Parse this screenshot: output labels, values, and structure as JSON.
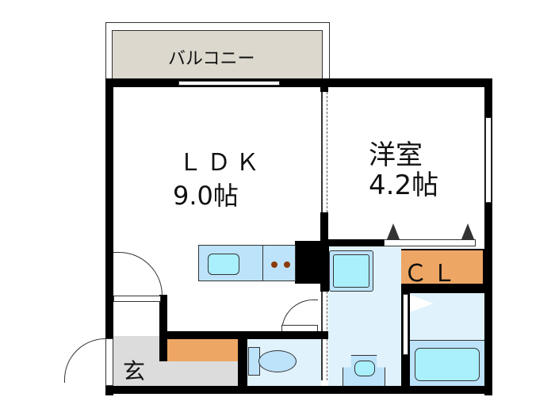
{
  "floorplan": {
    "rooms": {
      "balcony": {
        "label": "バルコニー",
        "color": "#ddd8ce"
      },
      "ldk": {
        "name": "ＬＤＫ",
        "size": "9.0帖",
        "color": "#ffffff"
      },
      "western_room": {
        "name": "洋室",
        "size": "4.2帖",
        "color": "#ffffff"
      },
      "closet": {
        "label": "ＣＬ",
        "color": "#eea664"
      },
      "entrance": {
        "label": "玄",
        "color": "#dcdcdc"
      },
      "shoe_storage": {
        "color": "#eea664"
      },
      "toilet": {
        "color": "#e0f2fc"
      },
      "washroom": {
        "color": "#e0f2fc"
      },
      "bathroom": {
        "color": "#e0f2fc"
      }
    },
    "fixtures": {
      "kitchen_counter_color": "#bde3fb",
      "sink_color": "#a9effc",
      "stove_burner_color": "#8b3b0a",
      "bathtub_color": "#a9effc",
      "washing_machine_color": "#a9effc"
    },
    "wall_color": "#000000"
  }
}
